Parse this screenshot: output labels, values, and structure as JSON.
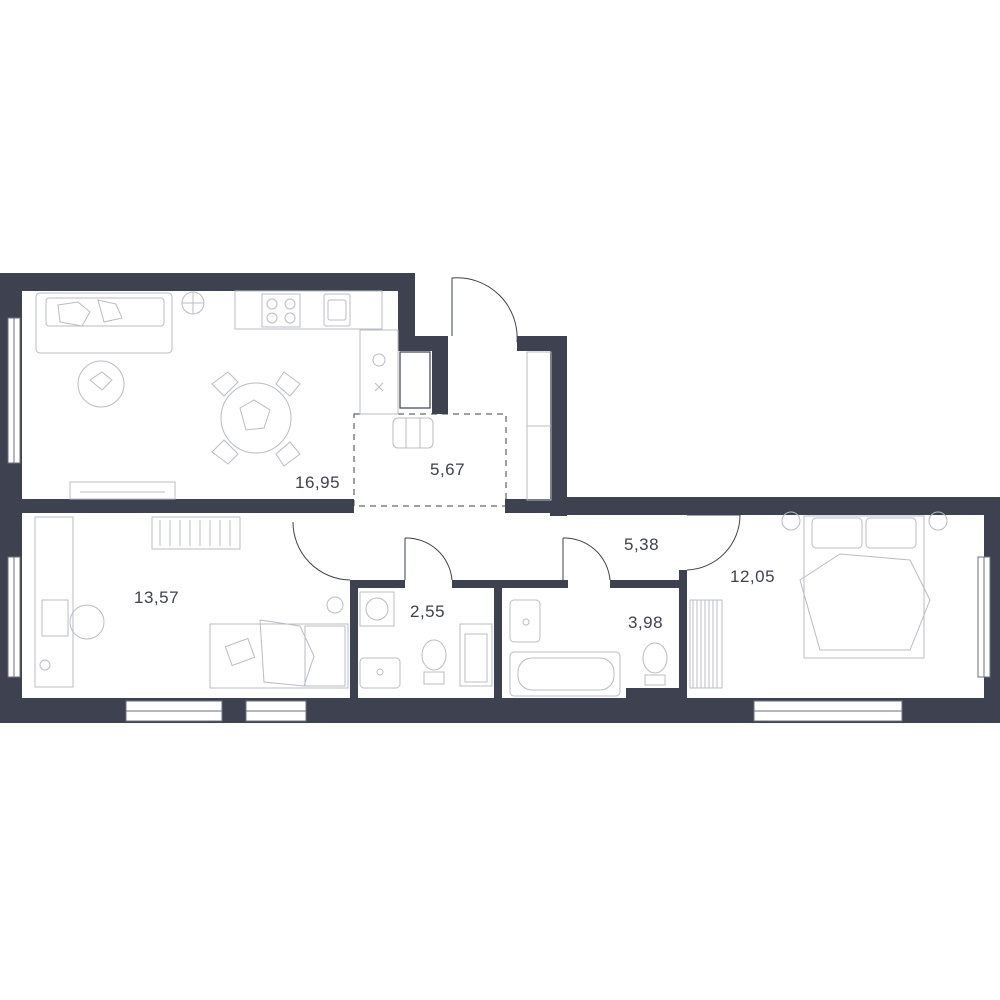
{
  "rooms": [
    {
      "id": "kitchen-living",
      "area": "16,95"
    },
    {
      "id": "hall",
      "area": "5,67"
    },
    {
      "id": "bedroom-left",
      "area": "13,57"
    },
    {
      "id": "bathroom-small",
      "area": "2,55"
    },
    {
      "id": "corridor",
      "area": "5,38"
    },
    {
      "id": "bathroom-large",
      "area": "3,98"
    },
    {
      "id": "bedroom-right",
      "area": "12,05"
    }
  ],
  "colors": {
    "wall": "#3e414f",
    "furniture": "#b9bcc6",
    "background": "#ffffff"
  },
  "icons": [
    "sofa-icon",
    "stove-icon",
    "sink-icon",
    "fridge-icon",
    "dining-table-icon",
    "tv-icon",
    "wardrobe-icon",
    "desk-icon",
    "bed-icon",
    "washing-machine-icon",
    "toilet-icon",
    "bathtub-icon",
    "washbasin-icon"
  ]
}
